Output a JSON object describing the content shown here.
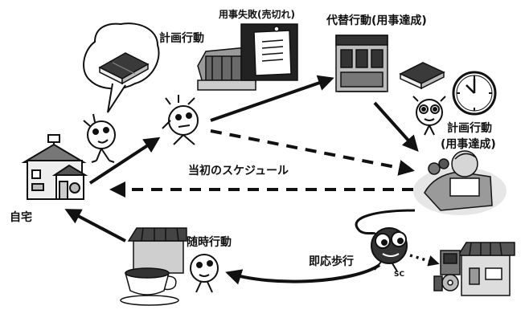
{
  "labels": {
    "home": "自宅",
    "planned_action_1": "計画行動",
    "errand_failure": "用事失敗(売切れ)",
    "alternative_action": "代替行動(用事達成)",
    "planned_action_2_line1": "計画行動",
    "planned_action_2_line2": "(用事達成)",
    "initial_schedule": "当初のスケジュール",
    "responsive_walk": "即応歩行",
    "spontaneous_action": "随時行動"
  },
  "icons": [
    "house-icon",
    "book-icon",
    "character-icon",
    "bookstore-icon",
    "memo-icon",
    "shop-icon",
    "clock-icon",
    "relaxing-person-icon",
    "cafe-icon",
    "cd-shop-icon",
    "pc-icon"
  ],
  "colors": {
    "ink": "#111111",
    "line": "#1a1a1a",
    "fill_light": "#dcdcdc",
    "fill_mid": "#9a9a9a"
  }
}
